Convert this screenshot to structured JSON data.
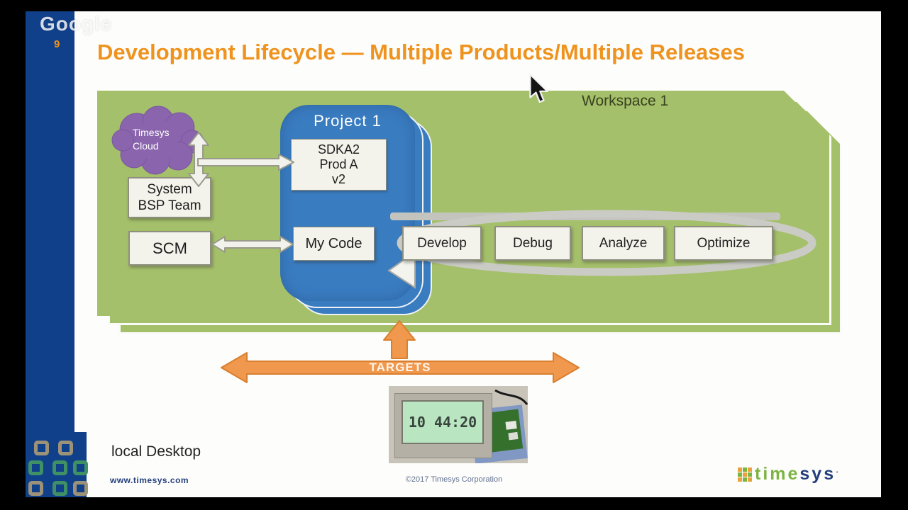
{
  "theme": {
    "orange": "#ef931f",
    "green-panel": "#a5c06b",
    "blue-panel": "#3a7cc0",
    "sidebar-blue": "#11408a",
    "purple-cloud": "#8a64ad",
    "arrow-orange": "#f0984d",
    "arrow-orange-edge": "#d97f2e",
    "navy": "#24407c",
    "logo-green": "#7cb342"
  },
  "overlay": {
    "watermark": "Google",
    "slide_number": "9"
  },
  "slide": {
    "title": "Development Lifecycle — Multiple Products/Multiple Releases",
    "workspace_label": "Workspace 1",
    "cloud": {
      "line1": "Timesys",
      "line2": "Cloud"
    },
    "boxes": {
      "bsp_line1": "System",
      "bsp_line2": "BSP Team",
      "scm": "SCM",
      "project_title": "Project 1",
      "sdk_line1": "SDKA2",
      "sdk_line2": "Prod A",
      "sdk_line3": "v2",
      "my_code": "My Code"
    },
    "cycle": [
      "Develop",
      "Debug",
      "Analyze",
      "Optimize"
    ],
    "targets_label": "TARGETS",
    "local_desktop": "local Desktop",
    "lcd_time": "10 44:20"
  },
  "footer": {
    "website": "www.timesys.com",
    "copyright": "©2017 Timesys Corporation",
    "logo_time": "time",
    "logo_sys": "sys",
    "logo_reg": "·"
  }
}
